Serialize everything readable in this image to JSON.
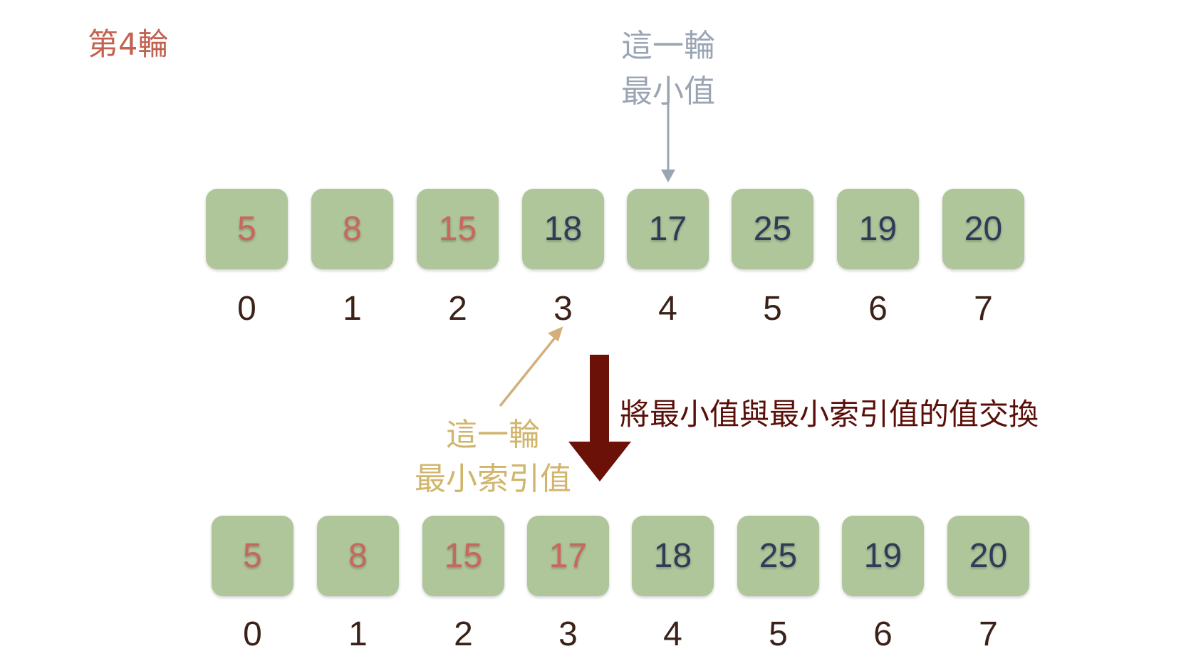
{
  "title": "第4輪",
  "min_value_label": [
    "這一輪",
    "最小值"
  ],
  "min_index_label": [
    "這一輪",
    "最小索引值"
  ],
  "swap_label": "將最小值與最小索引值的值交換",
  "before": {
    "values": [
      "5",
      "8",
      "15",
      "18",
      "17",
      "25",
      "19",
      "20"
    ],
    "sorted_count": 3,
    "indices": [
      "0",
      "1",
      "2",
      "3",
      "4",
      "5",
      "6",
      "7"
    ]
  },
  "after": {
    "values": [
      "5",
      "8",
      "15",
      "17",
      "18",
      "25",
      "19",
      "20"
    ],
    "sorted_count": 4,
    "indices": [
      "0",
      "1",
      "2",
      "3",
      "4",
      "5",
      "6",
      "7"
    ]
  },
  "colors": {
    "box": "#afc59a",
    "sorted_text": "#c8675c",
    "unsorted_text": "#2f3b58",
    "arrow_gray": "#9aa5b4",
    "arrow_tan": "#d4af7c",
    "arrow_swap": "#6b1108"
  }
}
